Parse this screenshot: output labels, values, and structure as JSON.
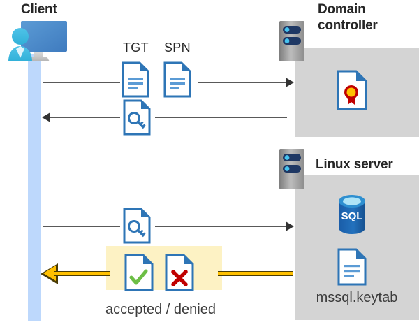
{
  "diagram": {
    "title_client": "Client",
    "title_domain_controller": "Domain controller",
    "title_linux_server": "Linux server",
    "labels": {
      "tgt": "TGT",
      "spn": "SPN",
      "keytab_file": "mssql.keytab",
      "verdict": "accepted / denied"
    },
    "icons": {
      "client": "client-workstation-icon",
      "server_rack": "server-rack-icon",
      "certificate": "certificate-document-icon",
      "document": "document-icon",
      "key_document": "key-document-icon",
      "sql_database": "sql-database-icon",
      "accepted": "accepted-document-icon",
      "denied": "denied-document-icon"
    },
    "colors": {
      "panel_gray": "#d4d4d4",
      "lifeline_blue": "#bdd8fc",
      "highlight_yellow": "#fdf2c4",
      "arrow_yellow": "#ffc000",
      "arrow_gray": "#595959",
      "doc_blue": "#2e75b6",
      "accent_green": "#6cbe45",
      "accent_red": "#c00000",
      "seal_gold": "#ffc000",
      "sql_blue": "#1d5fa8",
      "title_text": "#262626"
    },
    "flows": [
      {
        "id": "flow-1",
        "direction": "right",
        "from": "client",
        "to": "domain-controller",
        "style": "gray",
        "payload": [
          "TGT",
          "SPN"
        ]
      },
      {
        "id": "flow-2",
        "direction": "left",
        "from": "domain-controller",
        "to": "client",
        "style": "gray",
        "payload": [
          "key-document"
        ]
      },
      {
        "id": "flow-3",
        "direction": "right",
        "from": "client",
        "to": "linux-server",
        "style": "gray",
        "payload": [
          "key-document"
        ]
      },
      {
        "id": "flow-4",
        "direction": "left",
        "from": "linux-server",
        "to": "client",
        "style": "yellow",
        "payload": [
          "accepted",
          "denied"
        ]
      }
    ]
  }
}
